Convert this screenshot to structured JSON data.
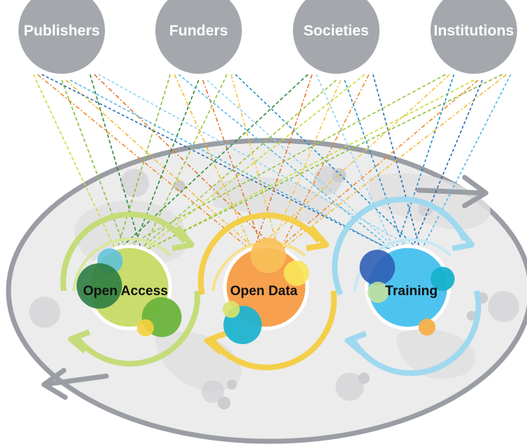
{
  "stakeholders": [
    {
      "label": "Publishers"
    },
    {
      "label": "Funders"
    },
    {
      "label": "Societies"
    },
    {
      "label": "Institutions"
    }
  ],
  "hubs": [
    {
      "label": "Open Access",
      "color": "#c9dc6c",
      "ring": "#c5dc7a"
    },
    {
      "label": "Open Data",
      "color": "#f7a04e",
      "ring": "#f4cf4a"
    },
    {
      "label": "Training",
      "color": "#4fc3ef",
      "ring": "#9fd9ef"
    }
  ],
  "colors": {
    "stakeholder_circle": "#a4a7ac",
    "stakeholder_text": "#ffffff",
    "hub_text": "#111111",
    "ellipse_fill": "#ececec",
    "ellipse_stroke": "#9a9da3",
    "map_blob": "#e2e2e2",
    "green_lines": [
      "#c8dc3c",
      "#8bbf3c",
      "#2e8b3a",
      "#9ac43e"
    ],
    "orange_lines": [
      "#f08a24",
      "#f7b92e",
      "#e3742a",
      "#f4c542"
    ],
    "blue_lines": [
      "#2a6cb5",
      "#4fb7e6",
      "#8fd3f0",
      "#1f8fc9"
    ]
  }
}
